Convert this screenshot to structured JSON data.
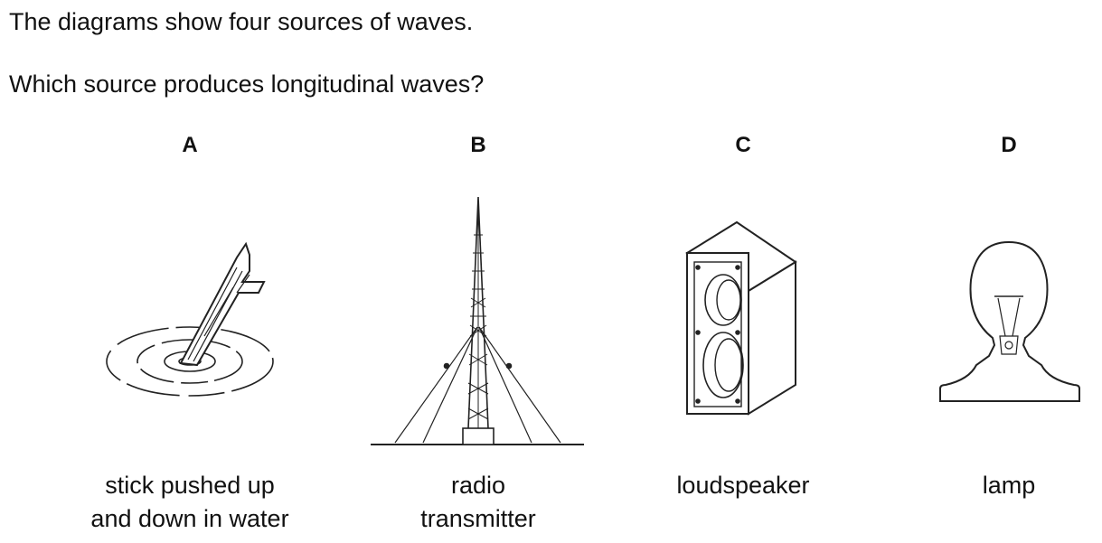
{
  "intro": "The diagrams show four sources of waves.",
  "question": "Which source produces longitudinal waves?",
  "options": [
    {
      "letter": "A",
      "caption": [
        "stick pushed up",
        "and down in water"
      ],
      "icon": "stick-in-water-icon"
    },
    {
      "letter": "B",
      "caption": [
        "radio",
        "transmitter"
      ],
      "icon": "radio-transmitter-icon"
    },
    {
      "letter": "C",
      "caption": [
        "loudspeaker"
      ],
      "icon": "loudspeaker-icon"
    },
    {
      "letter": "D",
      "caption": [
        "lamp"
      ],
      "icon": "lamp-icon"
    }
  ]
}
